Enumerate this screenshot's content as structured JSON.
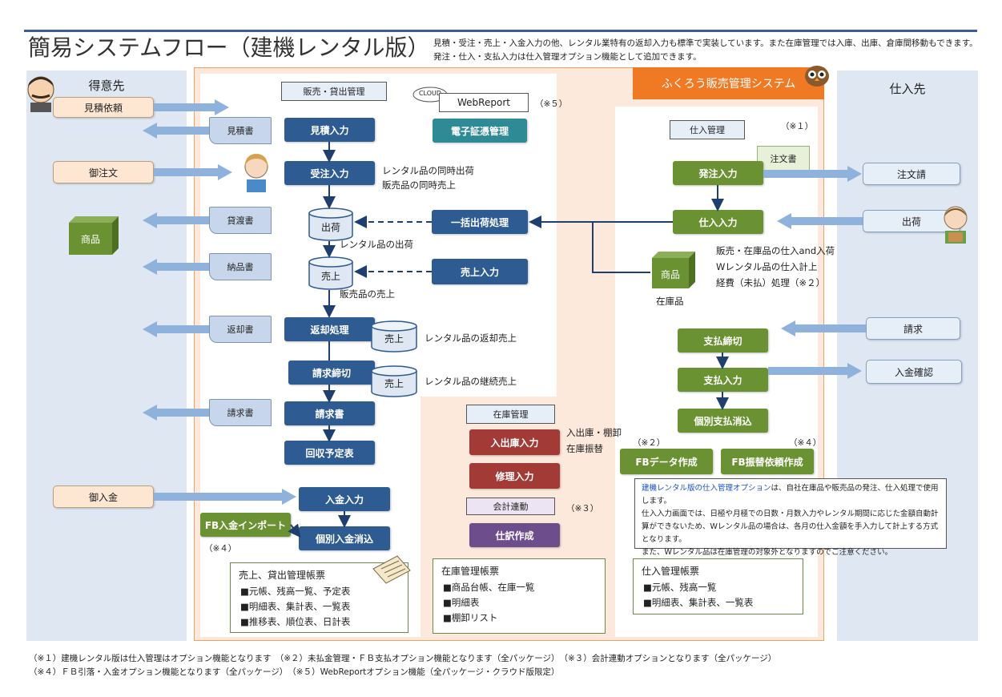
{
  "title": "簡易システムフロー（建機レンタル版）",
  "description": "見積・受注・売上・入金入力の他、レンタル業特有の返却入力も標準で実装しています。また在庫管理では入庫、出庫、倉庫間移動もできます。発注・仕入・支払入力は仕入管理オプション機能として追加できます。",
  "columns": {
    "customer": "得意先",
    "vendor": "仕入先",
    "system": "ふくろう販売管理システム"
  },
  "customer_boxes": {
    "quote_request": "見積依頼",
    "order": "御注文",
    "payment": "御入金"
  },
  "vendor_boxes": {
    "order_ack": "注文請",
    "shipment": "出荷",
    "invoice": "請求",
    "payment_check": "入金確認"
  },
  "documents": {
    "quote": "見積書",
    "delivery_note": "貸渡書",
    "product_note": "納品書",
    "return_note": "返却書",
    "invoice": "請求書",
    "purchase_order": "注文書"
  },
  "sections": {
    "sales": "販売・貸出管理",
    "purchase": "仕入管理",
    "inventory": "在庫管理",
    "accounting": "会計連動"
  },
  "cloud": {
    "label": "CLOUD",
    "webreport": "WebReport",
    "note": "（※５）"
  },
  "sales_buttons": {
    "estimate": "見積入力",
    "order_entry": "受注入力",
    "return_proc": "返却処理",
    "billing_close": "請求締切",
    "invoice": "請求書",
    "collection": "回収予定表",
    "payment_entry": "入金入力",
    "payment_match": "個別入金消込",
    "fb_import": "FB入金インポート",
    "batch_ship": "一括出荷処理",
    "sales_entry": "売上入力",
    "e_voucher": "電子証憑管理"
  },
  "cylinders": {
    "ship": "出荷",
    "sales": "売上",
    "sales2": "売上",
    "sales3": "売上"
  },
  "sales_notes": {
    "order_line1": "レンタル品の同時出荷",
    "order_line2": "販売品の同時売上",
    "rental_ship": "レンタル品の出荷",
    "sale_sales": "販売品の売上",
    "rental_return": "レンタル品の返却売上",
    "rental_continue": "レンタル品の継続売上",
    "fb_note": "（※４）"
  },
  "purchase_buttons": {
    "po_entry": "発注入力",
    "purchase_entry": "仕入入力",
    "pay_close": "支払締切",
    "pay_entry": "支払入力",
    "pay_match": "個別支払消込",
    "fb_data": "FBデータ作成",
    "fb_transfer": "FB振替依頼作成"
  },
  "purchase_notes": {
    "note1": "（※１）",
    "line1": "販売・在庫品の仕入and入荷",
    "line2": "Wレンタル品の仕入計上",
    "line3": "経費（未払）処理（※２）",
    "stock_item": "在庫品",
    "fb_data_note": "（※２）",
    "fb_transfer_note": "（※４）"
  },
  "product_label": "商品",
  "inventory_buttons": {
    "inout": "入出庫入力",
    "repair": "修理入力",
    "journal": "仕訳作成"
  },
  "inventory_notes": {
    "line1": "入出庫・棚卸",
    "line2": "在庫振替",
    "acct_note": "（※３）"
  },
  "purchase_note_box": {
    "highlight": "建機レンタル版の仕入管理オプション",
    "line1_rest": "は、自社在庫品や販売品の発注、仕入処理で使用します。",
    "line2": "仕入入力画面では、日極や月極での日数・月数入力やレンタル期間に応じた金額自動計算ができないため、Wレンタル品の場合は、各月の仕入金額を手入力して計上する方式となります。",
    "line3": "また、Wレンタル品は在庫管理の対象外となりますのでご注意ください。"
  },
  "ledgers": {
    "sales": {
      "title": "売上、貸出管理帳票",
      "items": [
        "■元帳、残高一覧、予定表",
        "■明細表、集計表、一覧表",
        "■推移表、順位表、日計表"
      ]
    },
    "inventory": {
      "title": "在庫管理帳票",
      "items": [
        "■商品台帳、在庫一覧",
        "■明細表",
        "■棚卸リスト"
      ]
    },
    "purchase": {
      "title": "仕入管理帳票",
      "items": [
        "■元帳、残高一覧",
        "■明細表、集計表、一覧表"
      ]
    }
  },
  "footnotes": {
    "line1": "（※１）建機レンタル版は仕入管理はオプション機能となります　（※２）未払金管理・ＦＢ支払オプション機能となります（全パッケージ）　（※３）会計連動オプションとなります（全パッケージ）",
    "line2": "（※４）ＦＢ引落・入金オプション機能となります（全パッケージ）　（※５）WebReportオプション機能（全パッケージ・クラウド版限定）"
  },
  "colors": {
    "blue": "#2e5c92",
    "green": "#6a9232",
    "red": "#a23a36",
    "purple": "#6d4d8c",
    "teal": "#2e8a94",
    "orange": "#f07a24"
  }
}
